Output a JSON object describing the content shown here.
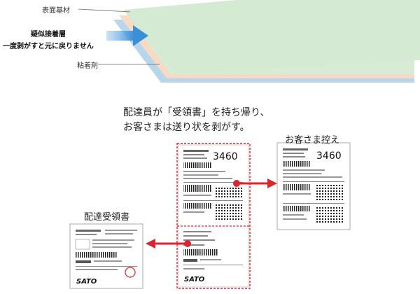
{
  "layers": {
    "surface_base_label": "表面基材",
    "pseudo_adhesive_label": "疑似接着層",
    "peel_note": "一度剥がすと元に戻りません",
    "adhesive_label": "粘着剤"
  },
  "caption": {
    "line1": "配達員が「受領書」を持ち帰り、",
    "line2": "お客さまは送り状を剥がす。"
  },
  "labels": {
    "customer_copy": "お客さま控え",
    "delivery_receipt": "配達受領書"
  },
  "label_sheet": {
    "number": "3460",
    "brand": "SATO"
  },
  "colors": {
    "surface": "#d8ebd6",
    "pseudo_layer": "#f7d9c4",
    "adhesive": "#b8d6ea",
    "arrow_blue": "#3a8fd8",
    "arrow_red": "#d9252b",
    "dashed_border": "#d9252b"
  }
}
